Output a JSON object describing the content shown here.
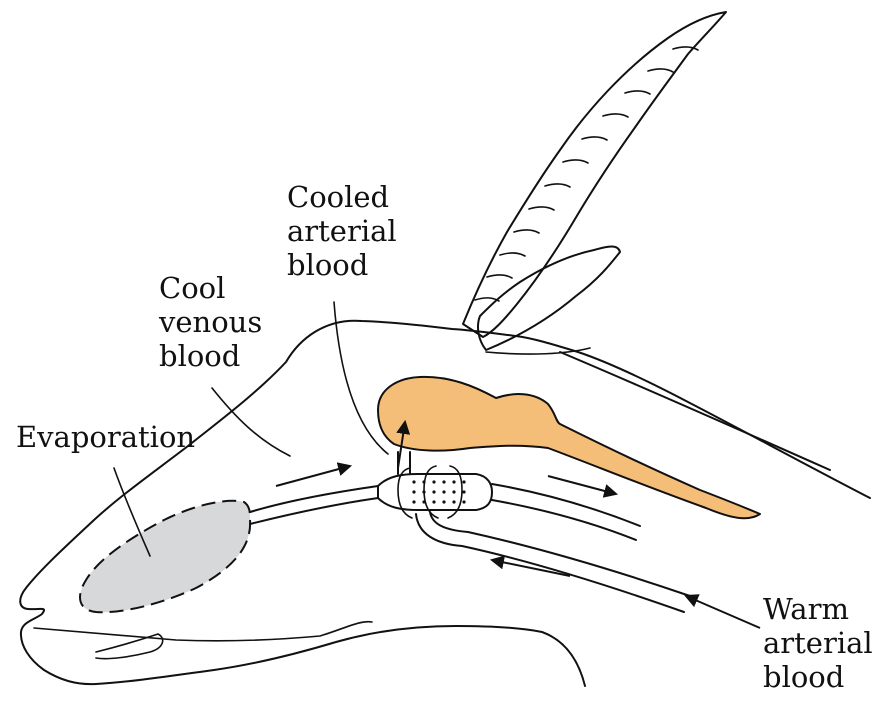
{
  "labels": {
    "cooled_arterial": [
      "Cooled",
      "arterial",
      "blood"
    ],
    "cool_venous": [
      "Cool",
      "venous",
      "blood"
    ],
    "evaporation": "Evaporation",
    "warm_arterial": [
      "Warm",
      "arterial",
      "blood"
    ]
  },
  "colors": {
    "brain": "#F5BE78",
    "nasal_area": "#D7D8DA",
    "line": "#111111",
    "background": "#FFFFFF"
  }
}
